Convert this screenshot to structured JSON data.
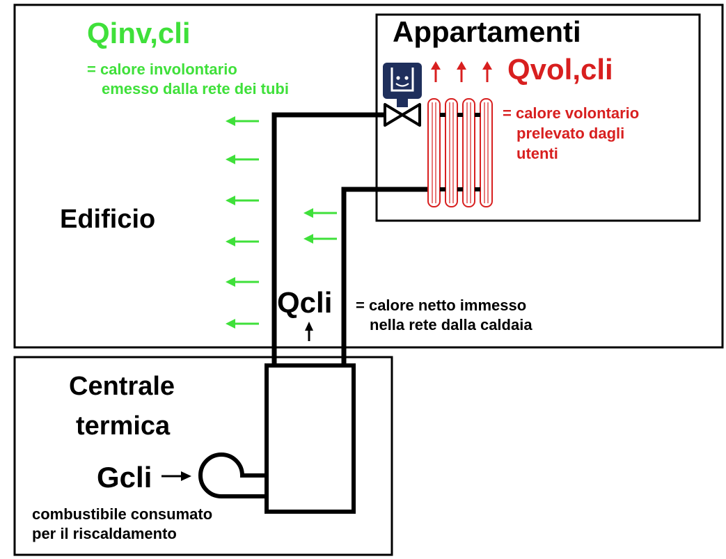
{
  "colors": {
    "green": "#3fe03a",
    "red": "#d81f1f",
    "black": "#000000",
    "thermostat": "#1f2f5c",
    "radiator": "#d81f1f"
  },
  "labels": {
    "qinv_title": "Qinv,cli",
    "qinv_desc_line1": "= calore involontario",
    "qinv_desc_line2": "emesso dalla rete dei tubi",
    "appartamenti": "Appartamenti",
    "qvol_title": "Qvol,cli",
    "qvol_desc_line1": "= calore volontario",
    "qvol_desc_line2": "prelevato dagli",
    "qvol_desc_line3": "utenti",
    "edificio": "Edificio",
    "qcli_title": "Qcli",
    "qcli_desc_line1": "= calore netto immesso",
    "qcli_desc_line2": "nella rete dalla caldaia",
    "centrale_line1": "Centrale",
    "centrale_line2": "termica",
    "gcli_title": "Gcli",
    "gcli_desc_line1": "combustibile consumato",
    "gcli_desc_line2": "per il riscaldamento"
  },
  "icons": [
    "thermostat-valve-icon",
    "radiator-icon",
    "burner-fan-icon",
    "boiler-icon"
  ]
}
